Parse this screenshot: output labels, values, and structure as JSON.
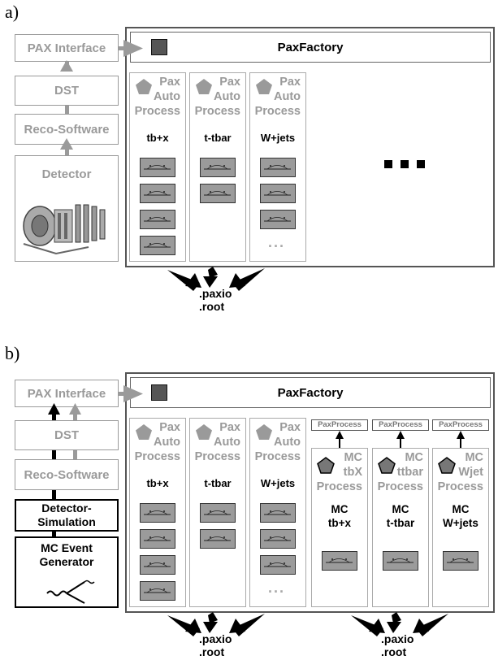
{
  "panel_a": {
    "label": "a)",
    "left_stack": [
      "PAX Interface",
      "DST",
      "Reco-Software",
      "Detector"
    ],
    "factory_title": "PaxFactory",
    "columns": [
      {
        "line1": "Pax",
        "line2": "Auto",
        "line3": "Process",
        "name": "tb+x",
        "thumbs": 4,
        "more": false
      },
      {
        "line1": "Pax",
        "line2": "Auto",
        "line3": "Process",
        "name": "t-tbar",
        "thumbs": 2,
        "more": false
      },
      {
        "line1": "Pax",
        "line2": "Auto",
        "line3": "Process",
        "name": "W+jets",
        "thumbs": 3,
        "more": true
      }
    ],
    "ellipsis": "...",
    "output_line1": ".paxio",
    "output_line2": ".root"
  },
  "panel_b": {
    "label": "b)",
    "left_stack": [
      "PAX Interface",
      "DST",
      "Reco-Software",
      "Detector-\nSimulation",
      "MC Event\nGenerator"
    ],
    "factory_title": "PaxFactory",
    "columns": [
      {
        "line1": "Pax",
        "line2": "Auto",
        "line3": "Process",
        "name": "tb+x",
        "thumbs": 4,
        "more": false
      },
      {
        "line1": "Pax",
        "line2": "Auto",
        "line3": "Process",
        "name": "t-tbar",
        "thumbs": 2,
        "more": false
      },
      {
        "line1": "Pax",
        "line2": "Auto",
        "line3": "Process",
        "name": "W+jets",
        "thumbs": 3,
        "more": true
      }
    ],
    "mc_columns": [
      {
        "tag": "PaxProcess",
        "line1": "MC",
        "line2": "tbX",
        "line3": "Process",
        "name1": "MC",
        "name2": "tb+x"
      },
      {
        "tag": "PaxProcess",
        "line1": "MC",
        "line2": "ttbar",
        "line3": "Process",
        "name1": "MC",
        "name2": "t-tbar"
      },
      {
        "tag": "PaxProcess",
        "line1": "MC",
        "line2": "Wjet",
        "line3": "Process",
        "name1": "MC",
        "name2": "W+jets"
      }
    ],
    "ellipsis": "...",
    "output_line1": ".paxio",
    "output_line2": ".root"
  }
}
